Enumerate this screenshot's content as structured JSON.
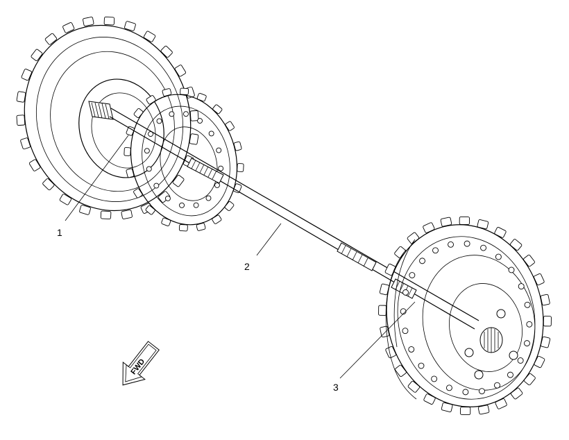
{
  "callouts": {
    "c1": "1",
    "c2": "2",
    "c3": "3"
  },
  "fwd_arrow": {
    "label": "FWD",
    "icon": "forward-direction-arrow-icon"
  }
}
